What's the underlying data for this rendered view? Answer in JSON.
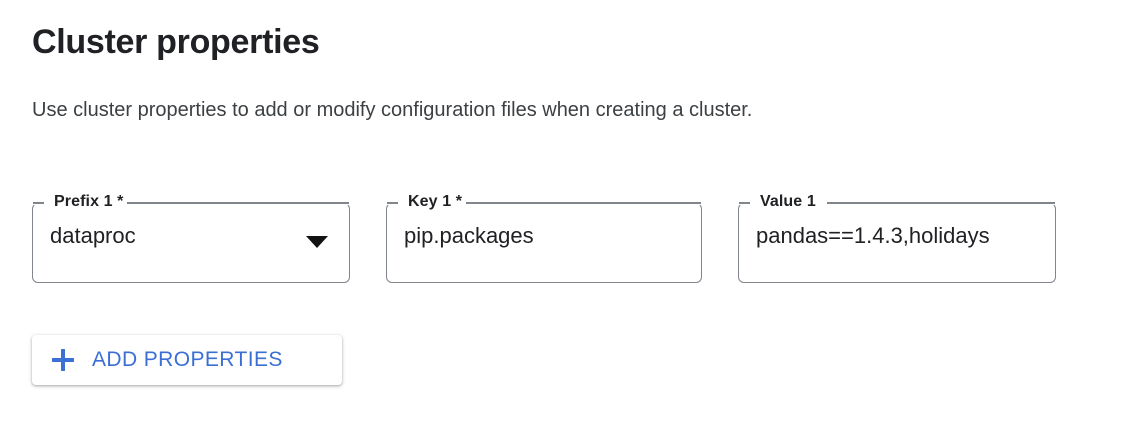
{
  "section": {
    "title": "Cluster properties",
    "description": "Use cluster properties to add or modify configuration files when creating a cluster."
  },
  "fields": [
    {
      "name": "prefix",
      "label": "Prefix 1 *",
      "value": "dataproc",
      "control": "select",
      "icon": "chevron-down-icon"
    },
    {
      "name": "key",
      "label": "Key 1 *",
      "value": "pip.packages",
      "control": "text"
    },
    {
      "name": "value",
      "label": "Value 1",
      "value": "pandas==1.4.3,holidays",
      "control": "text"
    }
  ],
  "add_button": {
    "label": "ADD PROPERTIES",
    "icon": "plus-icon",
    "color": "#3b6fd4"
  },
  "colors": {
    "text_primary": "#202124",
    "text_secondary": "#3c4043",
    "field_border": "#80868b",
    "accent": "#3b6fd4",
    "background": "#ffffff"
  }
}
